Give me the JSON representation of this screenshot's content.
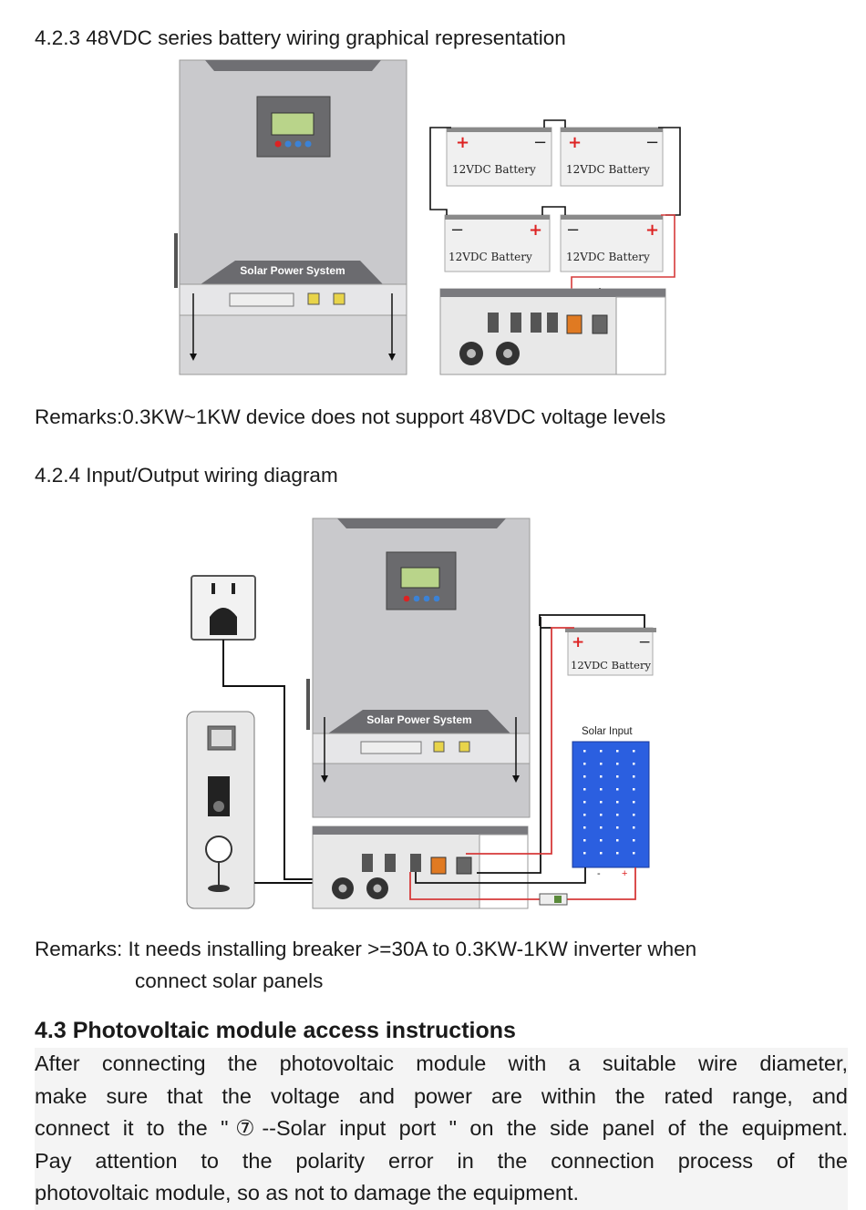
{
  "heading_423": "4.2.3 48VDC series battery wiring graphical representation",
  "remark_423": "Remarks:0.3KW~1KW device does not support 48VDC voltage levels",
  "heading_424": "4.2.4 Input/Output wiring diagram",
  "remark_424_line1": "Remarks: It needs installing breaker >=30A   to 0.3KW-1KW inverter when",
  "remark_424_line2": "connect solar panels",
  "heading_43": "4.3 Photovoltaic module access instructions",
  "para_43": {
    "line1": "After connecting the photovoltaic module with a suitable wire diameter,",
    "line2": "make sure that the voltage and power are within the rated range, and",
    "line3_pre": "connect it to the \"",
    "line3_circ": "⑦",
    "line3_post": "--Solar input port \" on the side panel of the equipment.",
    "line4": "Pay attention to the polarity error in the connection process of the",
    "line5": "photovoltaic module, so as not to damage the equipment."
  },
  "diagram": {
    "device_label": "Solar Power System",
    "battery_label": "12VDC Battery",
    "plus": "+",
    "minus": "−",
    "solar_input_label": "Solar Input"
  },
  "colors": {
    "wire_red": "#d63a3a",
    "wire_black": "#111111",
    "panel_blue": "#2b5fe0",
    "device_gray": "#c9c9cc"
  }
}
